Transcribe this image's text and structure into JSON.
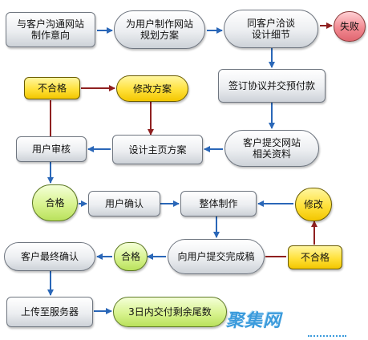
{
  "nodes": {
    "n1": "与客户沟通网站\n制作意向",
    "n2": "为用户制作网站\n规划方案",
    "n3": "同客户洽谈\n设计细节",
    "fail": "失败",
    "n4": "签订协议并交预付款",
    "n5": "客户提交网站\n相关资料",
    "n6": "设计主页方案",
    "reject1": "不合格",
    "revise1": "修改方案",
    "review": "用户审核",
    "pass1": "合格",
    "confirm": "用户确认",
    "build": "整体制作",
    "revise2": "修改",
    "reject2": "不合格",
    "submit": "向用户提交完成稿",
    "pass2": "合格",
    "final": "客户最终确认",
    "upload": "上传至服务器",
    "pay": "3日内交付剩余尾数"
  },
  "watermark": "聚集网",
  "colors": {
    "flow_arrow": "#2a67b8",
    "reject_line": "#8f2020",
    "yellow_node": "#ffe13a",
    "green_node": "#d8f38f",
    "red_node": "#f28a92"
  }
}
